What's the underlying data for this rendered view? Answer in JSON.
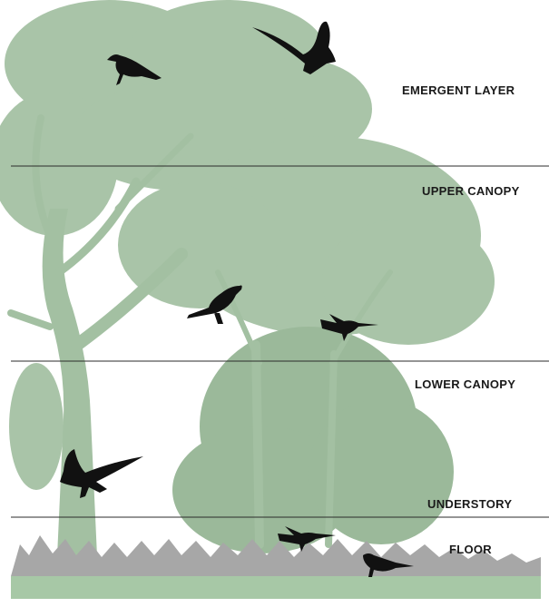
{
  "labels": {
    "emergent": "EMERGENT LAYER",
    "upper": "UPPER CANOPY",
    "lower": "LOWER CANOPY",
    "understory": "UNDERSTORY",
    "floor": "FLOOR"
  },
  "colors": {
    "foliage": "#a9c4a8",
    "foliage_dark": "#9bb99a",
    "trunk": "#a3c0a2",
    "ground": "#a7c8a6",
    "ferns": "#a7a7a7",
    "divider": "#2b2b2b",
    "bird": "#111111"
  }
}
